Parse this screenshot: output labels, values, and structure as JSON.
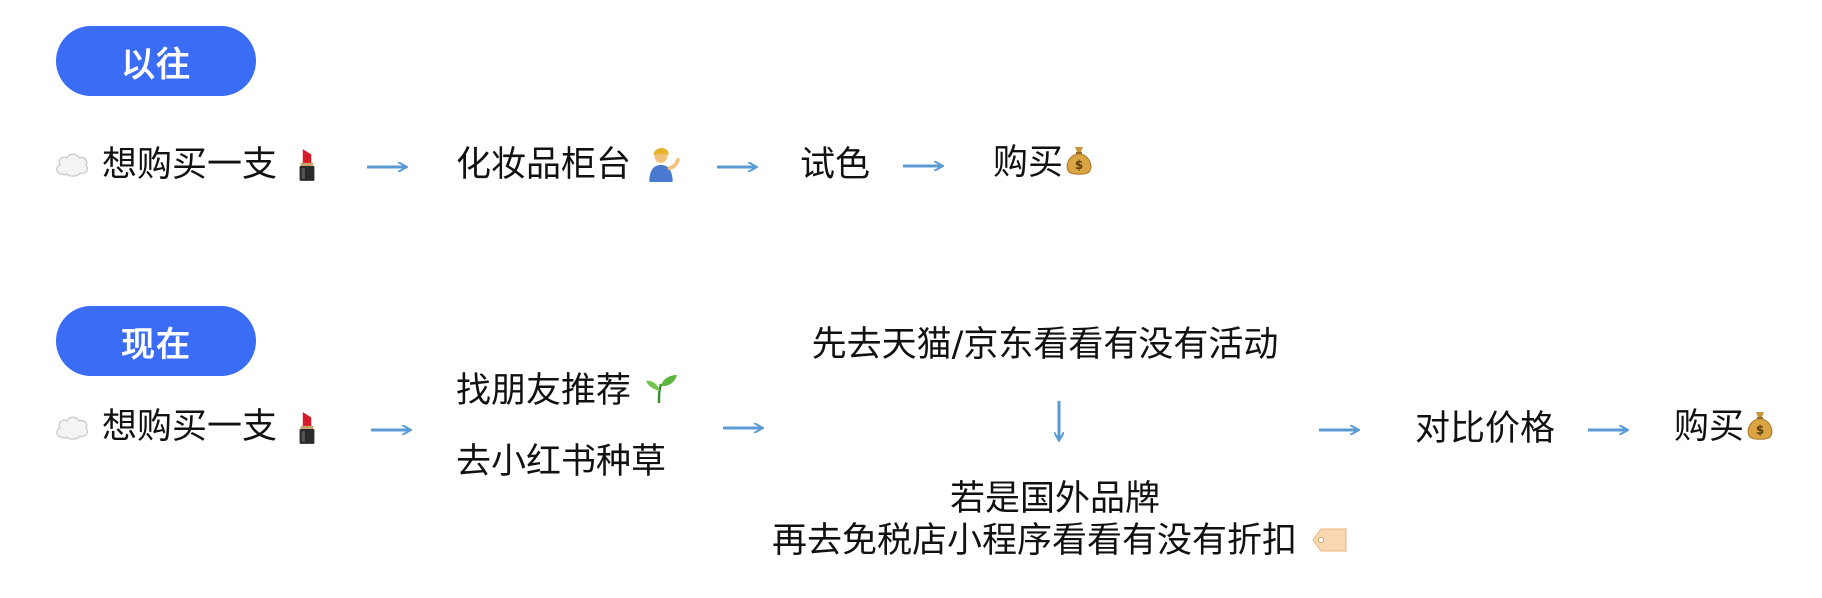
{
  "sections": {
    "past": {
      "badge": "以往",
      "steps": [
        "想购买一支",
        "化妆品柜台",
        "试色",
        "购买"
      ]
    },
    "now": {
      "badge": "现在",
      "step1": "想购买一支",
      "step2_a": "找朋友推荐",
      "step2_b": "去小红书种草",
      "step3_top": "先去天猫/京东看看有没有活动",
      "step3_bottom_1": "若是国外品牌",
      "step3_bottom_2": "再去免税店小程序看看有没有折扣",
      "step4": "对比价格",
      "step5": "购买"
    }
  },
  "icons": {
    "thought": "thought-bubble-icon",
    "lipstick": "lipstick-icon",
    "clerk": "shop-assistant-icon",
    "money": "money-bag-icon",
    "sprout": "seedling-icon",
    "tag": "price-tag-icon"
  },
  "colors": {
    "badge": "#3b6cf6",
    "arrow": "#5b9bd5"
  }
}
